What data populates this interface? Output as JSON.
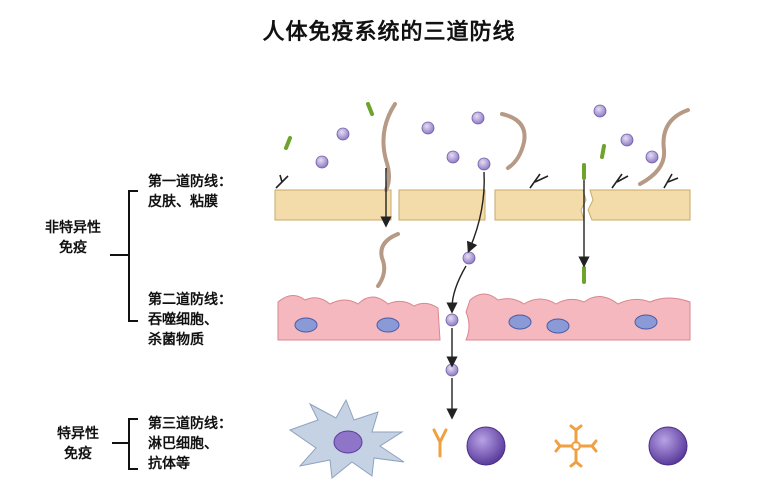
{
  "title": "人体免疫系统的三道防线",
  "groups": {
    "nonspecific": {
      "line1": "非特异性",
      "line2": "免疫"
    },
    "specific": {
      "line1": "特异性",
      "line2": "免疫"
    }
  },
  "lines": {
    "first": {
      "heading": "第一道防线：",
      "items": "皮肤、粘膜"
    },
    "second": {
      "heading": "第二道防线：",
      "items1": "吞噬细胞、",
      "items2": "杀菌物质"
    },
    "third": {
      "heading": "第三道防线：",
      "items1": "淋巴细胞、",
      "items2": "抗体等"
    }
  },
  "colors": {
    "skin": "#f3dca9",
    "mucosa": "#f4b8be",
    "pathogen": "#b7a8d8",
    "lymphocyte": "#7b5bb8",
    "antibody": "#f0a040",
    "bacteria": "#7ab33a"
  }
}
